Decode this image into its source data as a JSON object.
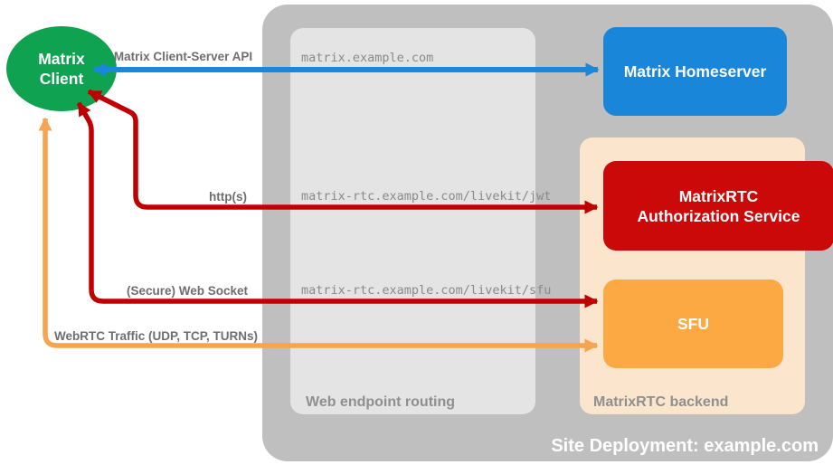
{
  "nodes": {
    "client": {
      "label": "Matrix Client",
      "color": "#0fa251"
    },
    "homeserver": {
      "label": "Matrix Homeserver",
      "color": "#1a86d9"
    },
    "auth_service": {
      "label": "MatrixRTC Authorization Service",
      "color": "#cb0909"
    },
    "sfu": {
      "label": "SFU",
      "color": "#fca843"
    }
  },
  "containers": {
    "site_deployment": {
      "label": "Site Deployment: example.com",
      "color": "#bfbfbf"
    },
    "web_endpoint_routing": {
      "label": "Web endpoint routing",
      "color": "#e4e4e4"
    },
    "matrixrtc_backend": {
      "label": "MatrixRTC backend",
      "color": "#fce5cd"
    }
  },
  "endpoints": {
    "homeserver": "matrix.example.com",
    "jwt": "matrix-rtc.example.com/livekit/jwt",
    "sfu": "matrix-rtc.example.com/livekit/sfu"
  },
  "arrows": {
    "client_server_api": {
      "label": "Matrix Client-Server API",
      "color": "#1a87d8",
      "from": "Matrix Client",
      "to": "Matrix Homeserver",
      "bidirectional": true
    },
    "https": {
      "label": "http(s)",
      "color": "#c00000",
      "from": "Matrix Client",
      "to": "MatrixRTC Authorization Service",
      "bidirectional": true
    },
    "web_socket": {
      "label": "(Secure) Web Socket",
      "color": "#c00000",
      "from": "Matrix Client",
      "to": "SFU",
      "bidirectional": true
    },
    "webrtc": {
      "label": "WebRTC Traffic (UDP, TCP, TURNs)",
      "color": "#f6a44f",
      "from": "Matrix Client",
      "to": "SFU",
      "bidirectional": true
    }
  }
}
